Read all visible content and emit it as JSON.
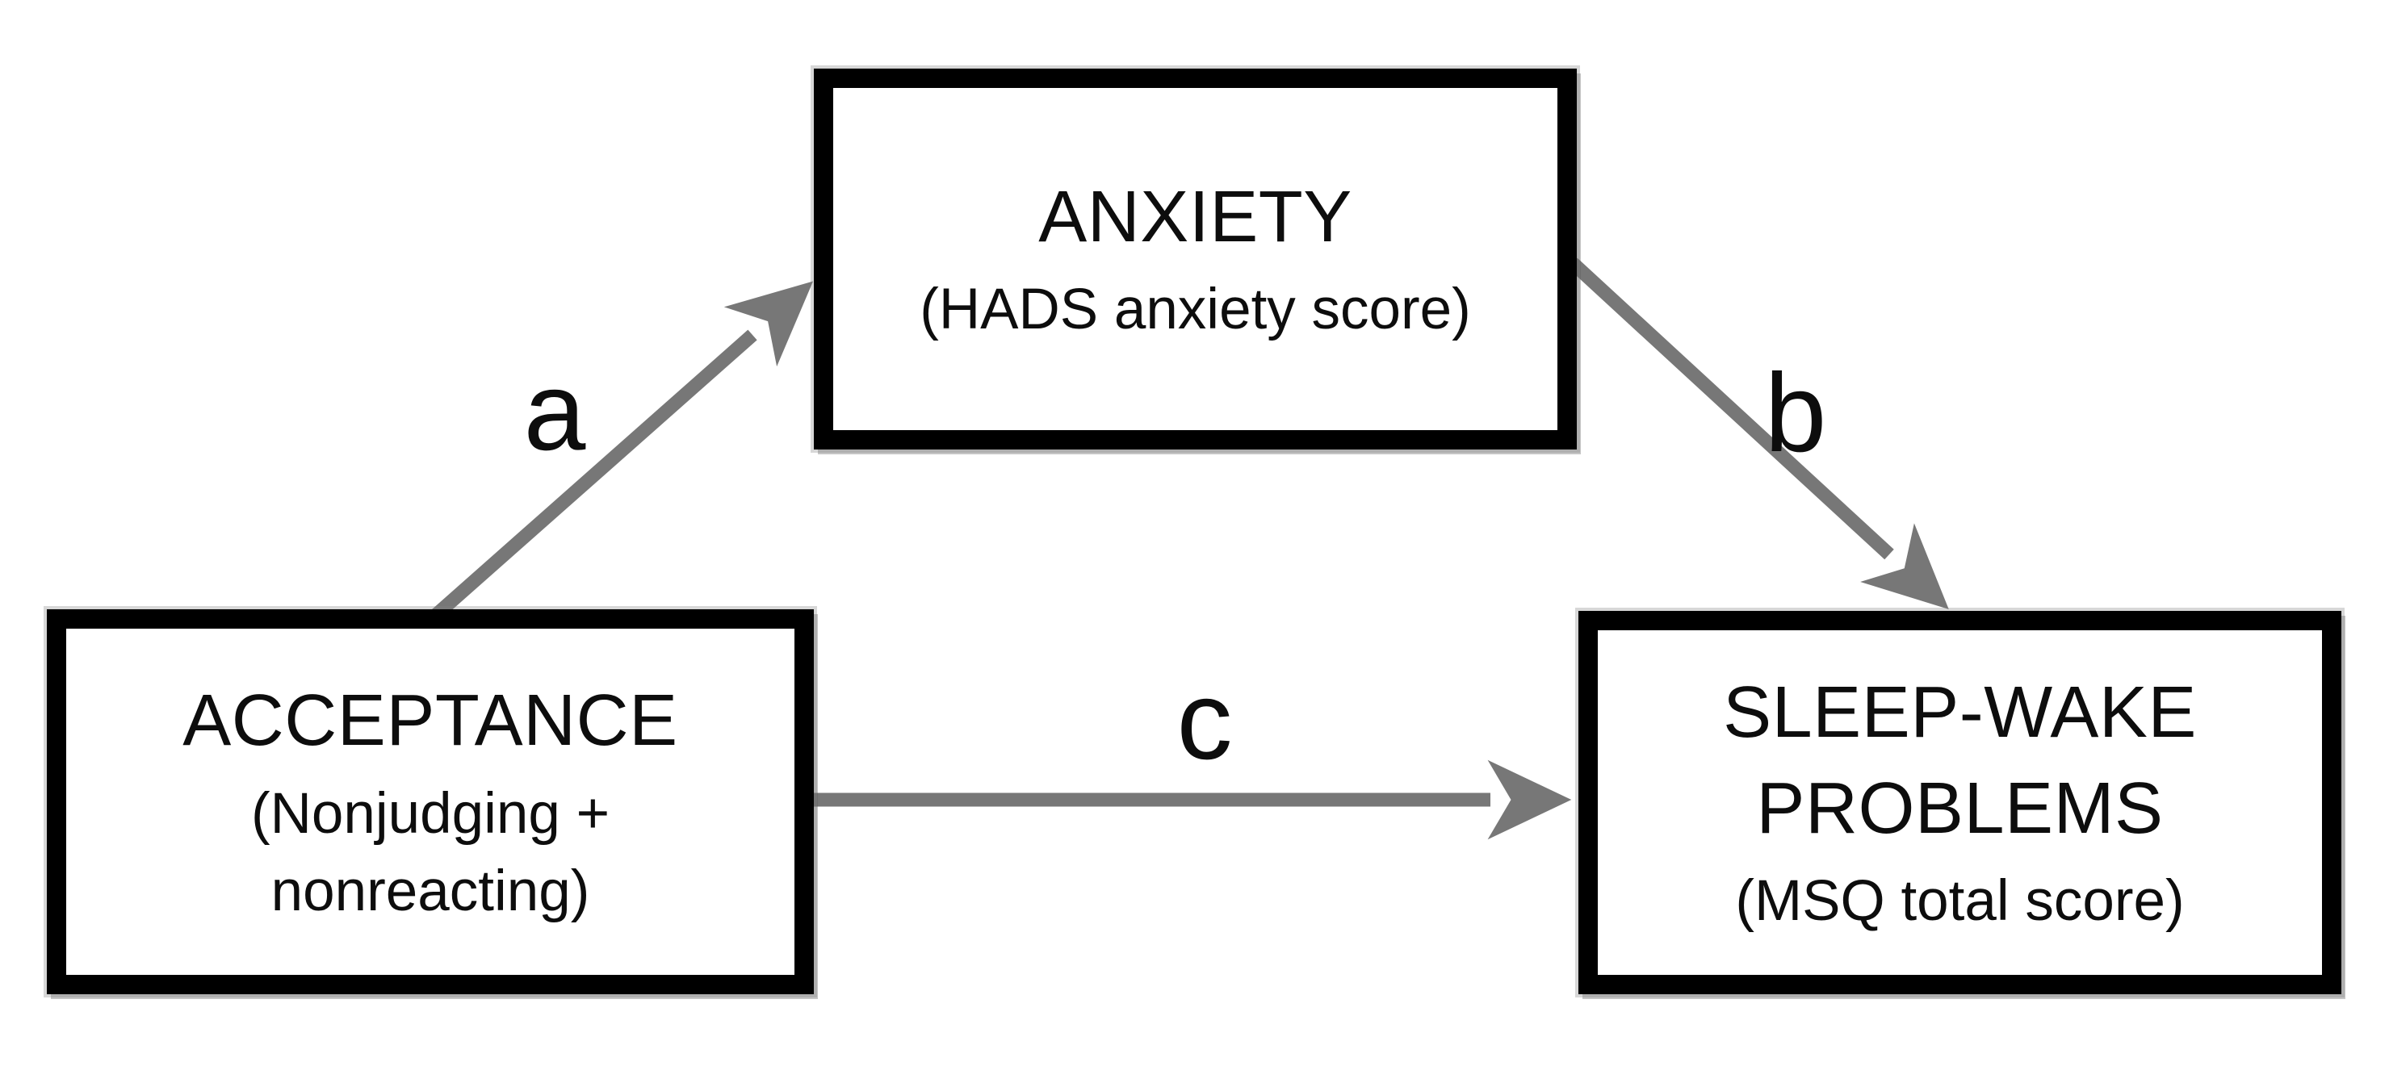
{
  "diagram_title": "mediation-model",
  "nodes": {
    "anxiety": {
      "title": "ANXIETY",
      "subtitle": "(HADS anxiety score)"
    },
    "acceptance": {
      "title": "ACCEPTANCE",
      "subtitle": "(Nonjudging + nonreacting)"
    },
    "sleep_wake": {
      "title": "SLEEP-WAKE PROBLEMS",
      "subtitle": "(MSQ total score)"
    }
  },
  "paths": {
    "a": {
      "label": "a",
      "from": "ACCEPTANCE",
      "to": "ANXIETY"
    },
    "b": {
      "label": "b",
      "from": "ANXIETY",
      "to": "SLEEP-WAKE PROBLEMS"
    },
    "c": {
      "label": "c",
      "from": "ACCEPTANCE",
      "to": "SLEEP-WAKE PROBLEMS"
    }
  },
  "colors": {
    "arrow-color": "#777777",
    "box-border-color": "#000000",
    "text-color": "#0d0d0d",
    "background": "#ffffff"
  }
}
